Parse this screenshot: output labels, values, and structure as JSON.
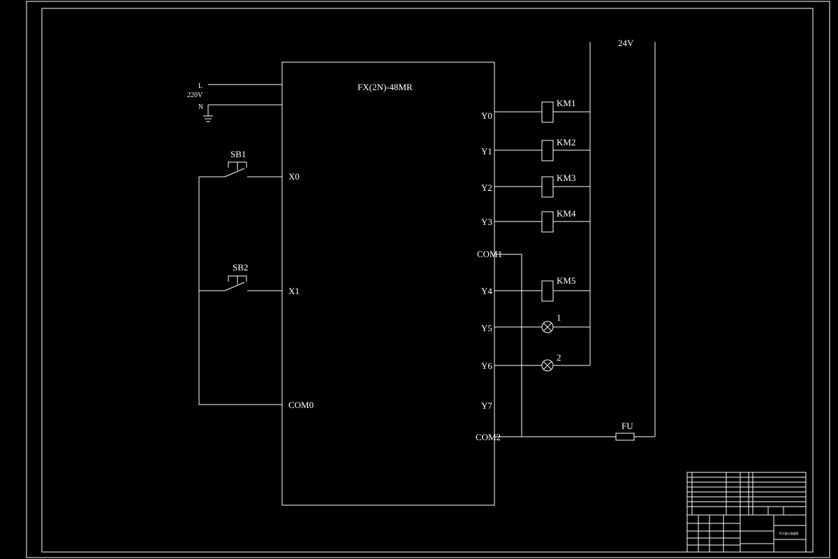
{
  "colors": {
    "background": "#000000",
    "line": "#ffffff"
  },
  "plc": {
    "model": "FX(2N)-48MR"
  },
  "power": {
    "line_label": "L",
    "voltage_label": "220V",
    "neutral_label": "N"
  },
  "supply_24v": "24V",
  "buttons": {
    "sb1": "SB1",
    "sb2": "SB2"
  },
  "inputs": {
    "x0": "X0",
    "x1": "X1",
    "com0": "COM0"
  },
  "outputs": {
    "y0": "Y0",
    "y1": "Y1",
    "y2": "Y2",
    "y3": "Y3",
    "com1": "COM1",
    "y4": "Y4",
    "y5": "Y5",
    "y6": "Y6",
    "y7": "Y7",
    "com2": "COM2"
  },
  "relays": {
    "km1": "KM1",
    "km2": "KM2",
    "km3": "KM3",
    "km4": "KM4",
    "km5": "KM5"
  },
  "lamps": {
    "lamp1": "1",
    "lamp2": "2"
  },
  "fuse": "FU",
  "title_block": {
    "drawing_title": "PLC接口电路图"
  }
}
